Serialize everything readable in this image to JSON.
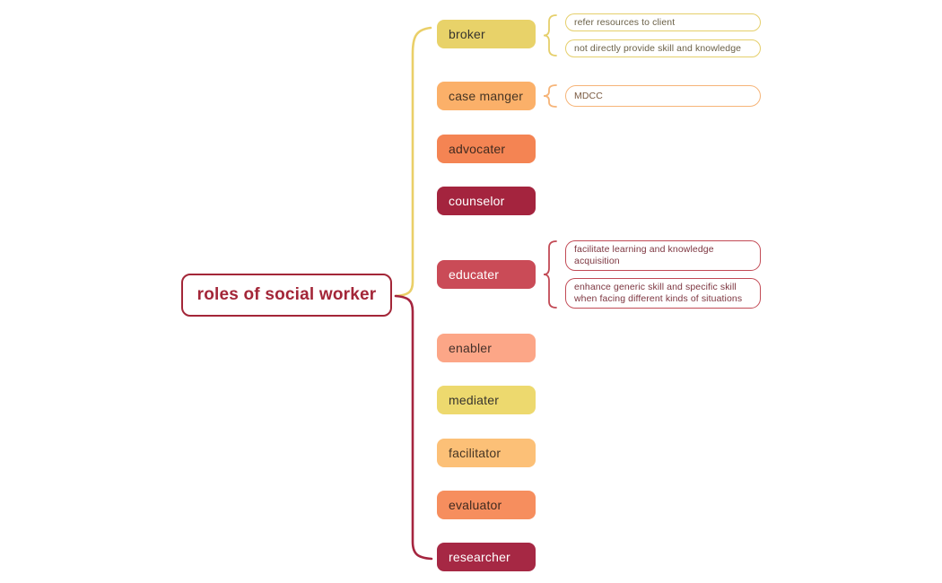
{
  "root_node": {
    "label": "roles of social worker",
    "fill": "#FFFFFF",
    "border_color": "#A32638",
    "text_color": "#A32638"
  },
  "connector": {
    "upper_color": "#EACF68",
    "lower_color": "#A5253F"
  },
  "branches": [
    {
      "label": "broker",
      "fill": "#E8D269",
      "text_color": "#37342E",
      "brace_color": "#E5CF6B",
      "child_border_color": "#E5CF6B",
      "child_text_color": "#6B6148",
      "children": [
        "refer resources to client",
        "not directly provide skill and knowledge"
      ]
    },
    {
      "label": "case manger",
      "fill": "#FBB069",
      "text_color": "#463524",
      "brace_color": "#F6B478",
      "child_border_color": "#F6B478",
      "child_text_color": "#7A5A40",
      "children": [
        "MDCC"
      ]
    },
    {
      "label": "advocater",
      "fill": "#F48453",
      "text_color": "#402A20",
      "children": []
    },
    {
      "label": "counselor",
      "fill": "#A4243E",
      "text_color": "#FFFFFF",
      "children": []
    },
    {
      "label": "educater",
      "fill": "#CA4B57",
      "text_color": "#FFFFFF",
      "brace_color": "#C24A55",
      "child_border_color": "#C24A55",
      "child_text_color": "#7D3640",
      "children": [
        "facilitate learning and knowledge\nacquisition",
        "enhance generic skill and specific skill\nwhen facing different kinds of situations"
      ]
    },
    {
      "label": "enabler",
      "fill": "#FCA687",
      "text_color": "#44302A",
      "children": []
    },
    {
      "label": "mediater",
      "fill": "#EDD96E",
      "text_color": "#37342E",
      "children": []
    },
    {
      "label": "facilitator",
      "fill": "#FCC077",
      "text_color": "#463524",
      "children": []
    },
    {
      "label": "evaluator",
      "fill": "#F68E5E",
      "text_color": "#402A20",
      "children": []
    },
    {
      "label": "researcher",
      "fill": "#A62844",
      "text_color": "#FFFFFF",
      "children": []
    }
  ]
}
